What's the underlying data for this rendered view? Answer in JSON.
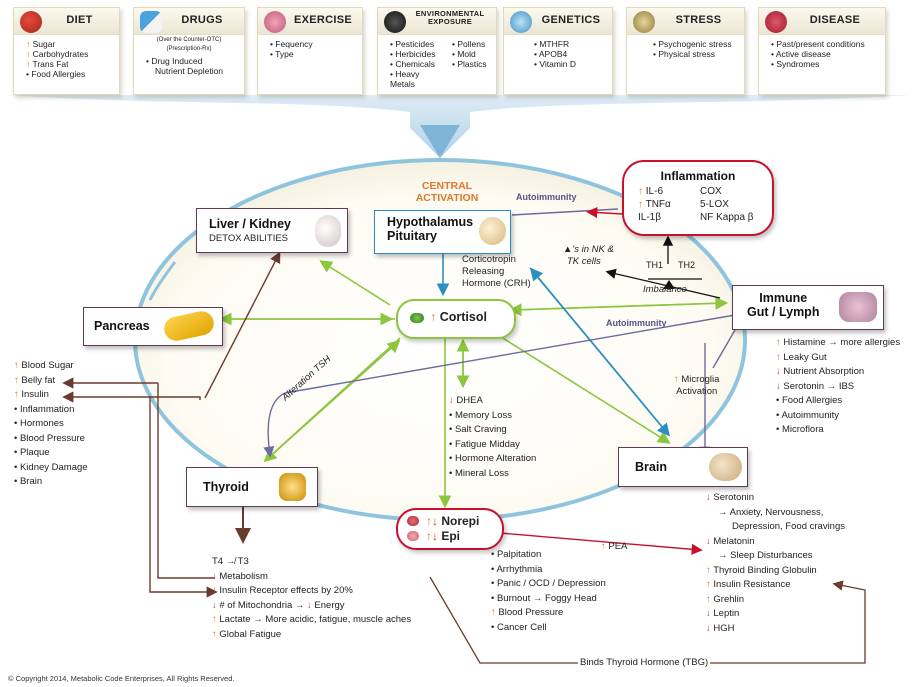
{
  "top_factors": [
    {
      "title": "DIET",
      "items": [
        "↑ Sugar",
        "↑ Carbohydrates",
        "↑ Trans Fat",
        "• Food Allergies"
      ]
    },
    {
      "title": "DRUGS",
      "subtitle": "(Over the Counter-OTC)",
      "subtitle2": "(Prescription-Rx)",
      "items": [
        "• Drug Induced",
        "Nutrient Depletion"
      ]
    },
    {
      "title": "EXERCISE",
      "items": [
        "• Fequency",
        "• Type"
      ]
    },
    {
      "title": "ENVIRONMENTAL",
      "title2": "EXPOSURE",
      "items_col1": [
        "• Pesticides",
        "• Herbicides",
        "• Chemicals",
        "• Heavy Metals"
      ],
      "items_col2": [
        "• Pollens",
        "• Mold",
        "• Plastics"
      ]
    },
    {
      "title": "GENETICS",
      "items": [
        "• MTHFR",
        "• APOB4",
        "• Vitamin D"
      ]
    },
    {
      "title": "STRESS",
      "items": [
        "• Psychogenic stress",
        "• Physical stress"
      ]
    },
    {
      "title": "DISEASE",
      "items": [
        "• Past/present conditions",
        "• Active disease",
        "• Syndromes"
      ]
    }
  ],
  "central_activation": [
    "CENTRAL",
    "ACTIVATION"
  ],
  "liver": {
    "title": "Liver / Kidney",
    "subtitle": "DETOX ABILITIES"
  },
  "hypothalamus": {
    "title1": "Hypothalamus",
    "title2": "Pituitary"
  },
  "crh": [
    "Corticotropin",
    "Releasing",
    "Hormone (CRH)"
  ],
  "inflammation": {
    "title": "Inflammation",
    "left": [
      "↑ IL-6",
      "↑ TNFα",
      "IL-1β"
    ],
    "right": [
      "COX",
      "5-LOX",
      "NF Kappa β"
    ]
  },
  "autoimmunity_top": "Autoimmunity",
  "autoimmunity_mid": "Autoimmunity",
  "nk_cells": [
    "▲'s in NK &",
    "TK cells"
  ],
  "th1": "TH1",
  "th2": "TH2",
  "imbalance": "Imbalance",
  "pancreas": {
    "title": "Pancreas"
  },
  "cortisol": {
    "label": "↑ Cortisol"
  },
  "immune": {
    "title1": "Immune",
    "title2": "Gut / Lymph"
  },
  "immune_list": [
    "↑ Histamine → more allergies",
    "↑ Leaky Gut",
    "↓ Nutrient Absorption",
    "↓ Serotonin → IBS",
    "• Food Allergies",
    "• Autoimmunity",
    "• Microflora"
  ],
  "microglia": [
    "↑ Microglia",
    "Activation"
  ],
  "left_list": [
    "↑ Blood Sugar",
    "↑ Belly fat",
    "↑ Insulin",
    "• Inflammation",
    "• Hormones",
    "• Blood Pressure",
    "• Plaque",
    "• Kidney Damage",
    "• Brain"
  ],
  "alteration_tsh": "Alteration TSH",
  "dhea_list": [
    "↓ DHEA",
    "• Memory Loss",
    "• Salt Craving",
    "• Fatigue Midday",
    "• Hormone Alteration",
    "• Mineral Loss"
  ],
  "thyroid": {
    "title": "Thyroid"
  },
  "brain": {
    "title": "Brain"
  },
  "norepi": {
    "line1": "↑↓ Norepi",
    "line2": "↑↓ Epi"
  },
  "pea": "↑ PEA",
  "brain_list": [
    "↓ Serotonin",
    "  → Anxiety, Nervousness,",
    "  Depression, Food cravings",
    "↓ Melatonin",
    "  → Sleep Disturbances",
    "↑ Thyroid Binding Globulin",
    "↑ Insulin Resistance",
    "↑ Grehlin",
    "↓ Leptin",
    "↓ HGH"
  ],
  "norepi_list": [
    "• Palpitation",
    "• Arrhythmia",
    "• Panic / OCD / Depression",
    "• Burnout → Foggy Head",
    "↑ Blood Pressure",
    "• Cancer Cell"
  ],
  "thyroid_list": [
    "T4 ↛ T3",
    "↓ Metabolism",
    "↓ Insulin Receptor effects by 20%",
    "↓ # of Mitochondria → ↓ Energy",
    "↑ Lactate → More acidic, fatigue, muscle aches",
    "↑ Global Fatigue"
  ],
  "tbg": "Binds Thyroid Hormone (TBG)",
  "copyright": "© Copyright 2014, Metabolic Code Enterprises, All Rights Reserved.",
  "colors": {
    "green": "#8cc63f",
    "blue": "#2b8fc0",
    "purple": "#5e3a55",
    "orange": "#e0782a",
    "red": "#d23a2c",
    "crimson": "#c8102e",
    "lavender": "#6c6a9e"
  }
}
